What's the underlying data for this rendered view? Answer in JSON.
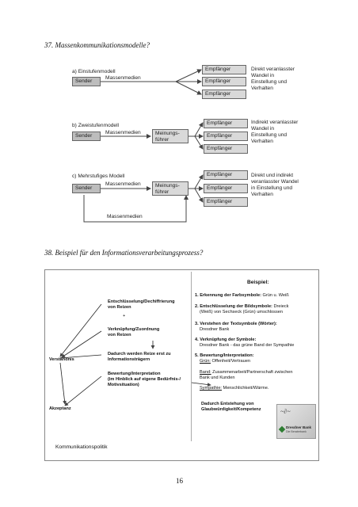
{
  "section37": {
    "title": "37. Massenkommunikationsmodelle?",
    "a": {
      "label": "a) Einstufenmodell",
      "sender": "Sender",
      "media": "Massenmedien",
      "receivers": [
        "Empfänger",
        "Empfänger",
        "Empfänger"
      ],
      "note": [
        "Direkt veranlasster",
        "Wandel in",
        "Einstellung und",
        "Verhalten"
      ]
    },
    "b": {
      "label": "b) Zweistufenmodell",
      "sender": "Sender",
      "media": "Massenmedien",
      "leader": [
        "Meinungs-",
        "führer"
      ],
      "receivers": [
        "Empfänger",
        "Empfänger",
        "Empfänger"
      ],
      "note": [
        "Indirekt veranlasster",
        "Wandel in",
        "Einstellung und",
        "Verhalten"
      ]
    },
    "c": {
      "label": "c) Mehrstufiges Modell",
      "sender": "Sender",
      "media": "Massenmedien",
      "leader": [
        "Meinungs-",
        "führer"
      ],
      "receivers": [
        "Empfänger",
        "Empfänger",
        "Empfänger"
      ],
      "note": [
        "Direkt und indirekt",
        "veranlasster Wandel",
        "in Einstellung und",
        "Verhalten"
      ],
      "bottom_media": "Massenmedien"
    }
  },
  "section38": {
    "title": "38. Beispiel für den Informationsverarbeitungsprozess?",
    "flow": {
      "step1": [
        "Entschlüsselung/Dechiffrierung",
        "von Reizen"
      ],
      "plus": "+",
      "step2": [
        "Verknüpfung/Zuordnung",
        "von Reizen"
      ],
      "step3": [
        "Dadurch werden Reize erst zu",
        "Informationsträgern"
      ],
      "step4": [
        "Bewertung/Interpretation",
        "(im Hinblick auf eigene Bedürfnis-/",
        "Motivsituation)"
      ],
      "understanding": "Verständnis",
      "acceptance": "Akzeptanz",
      "footer": "Kommunikationspolitik"
    },
    "example": {
      "heading": "Beispiel:",
      "p1_title": "1. Erkennung der Farbsymbole:",
      "p1_text": " Grün u. Weiß",
      "p2_title": "2. Entschlüsselung der Bildsymbole:",
      "p2_text1": " Dreieck",
      "p2_text2": "(Weiß) von Sechseck (Grün) umschlossen",
      "p3_title": "3. Verstehen der Textsymbole (Wörter):",
      "p3_text": "Dresdner Bank",
      "p4_title": "4. Verknüpfung der Symbole:",
      "p4_text": "Dresdner Bank - das grüne Band der Sympathie",
      "p5_title": "5. Bewertung/Interpretation:",
      "p5_grun_u": "Grün:",
      "p5_grun": " Offenheit/Vertrauen",
      "p5_band_u": "Band:",
      "p5_band1": " Zusammenarbeit/Partnerschaft zwischen",
      "p5_band2": "Bank und Kunden",
      "p5_sym_u": "Sympathie:",
      "p5_sym": " Menschlichkeit/Wärme.",
      "result1": "Dadurch Entstehung von",
      "result2": "Glaubwürdigkeit/Kompetenz",
      "logo_text": "Dresdner Bank",
      "logo_sub": "Die Beraterbank"
    }
  },
  "page_number": "16",
  "colors": {
    "box_fill": "#d9d9d9",
    "logo_green": "#2e7d32"
  }
}
